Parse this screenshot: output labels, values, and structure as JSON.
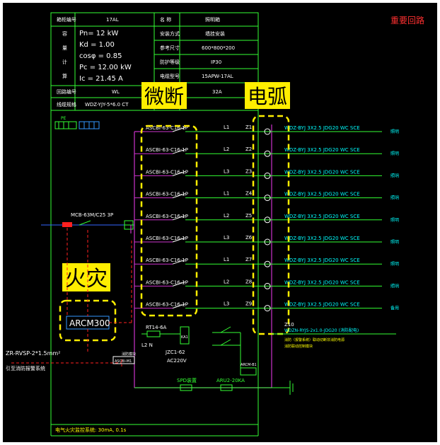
{
  "header_note": "重要回路",
  "info_table": {
    "rows_left": [
      {
        "label": "箱柜编号",
        "value": "17AL"
      },
      {
        "label": "回路编号",
        "value": "WL"
      },
      {
        "label": "线缆规格",
        "value": "WDZ-YJY-5*6.0 CT"
      }
    ],
    "params_side_label": [
      "容",
      "量",
      "计",
      "算"
    ],
    "params": [
      "Pn= 12 kW",
      "Kd = 1.00",
      "cosφ = 0.85",
      "Pc = 12.00 kW",
      "Ic = 21.45 A"
    ],
    "rows_right": [
      {
        "label": "名 称",
        "value": "照明箱"
      },
      {
        "label": "安装方式",
        "value": "墙挂安装"
      },
      {
        "label": "参考尺寸",
        "value": "600*800*200"
      },
      {
        "label": "防护等级",
        "value": "IP30"
      },
      {
        "label": "电缆型号",
        "value": "15APW-17AL"
      },
      {
        "label": "",
        "value": "32A"
      }
    ]
  },
  "labels": {
    "microbreaker": "微断",
    "arc": "电弧",
    "fire": "火灾",
    "arcm": "ARCM300",
    "main_breaker": "MCB-63M/C25 3P",
    "incoming_cable": "ZR-RVSP-2*1.5mm²",
    "incoming_note": "引至消防报警系统",
    "rt": "RT14-6A",
    "l2n": "L2 N",
    "contactor": "KA1",
    "jzc": "JZC1-62",
    "ac": "AC220V",
    "fire_module": "消防模块",
    "ascb_main": "ASCBI-M1",
    "arcm_small": "ARCM-B1",
    "spd": "SPD装置",
    "aru": "ARU2-20KA",
    "cfg_top": "PE",
    "footer": "电气火灾监控系统: 30mA, 0.1s",
    "z10": "Z10",
    "spare_cable": "WDZN-RYJS-2x1.0-JDG20 (消防配电)",
    "spare_note1": "消防（报警系统）联动切断非消防电源",
    "spare_note2": "消防联动控制模块"
  },
  "circuits": [
    {
      "breaker": "ASCBI-63-C16-1P",
      "phase": "L1",
      "z": "Z1",
      "cable": "WDZ-BYJ 3X2.5 JDG20 WC SCE",
      "load": "照明"
    },
    {
      "breaker": "ASCBI-63-C16-1P",
      "phase": "L2",
      "z": "Z2",
      "cable": "WDZ-BYJ 3X2.5 JDG20 WC SCE",
      "load": "照明"
    },
    {
      "breaker": "ASCBI-63-C16-1P",
      "phase": "L3",
      "z": "Z3",
      "cable": "WDZ-BYJ 3X2.5 JDG20 WC SCE",
      "load": "照明"
    },
    {
      "breaker": "ASCBI-63-C16-1P",
      "phase": "L1",
      "z": "Z4",
      "cable": "WDZ-BYJ 3X2.5 JDG20 WC SCE",
      "load": "照明"
    },
    {
      "breaker": "ASCBI-63-C16-1P",
      "phase": "L2",
      "z": "Z5",
      "cable": "WDZ-BYJ 3X2.5 JDG20 WC SCE",
      "load": "照明"
    },
    {
      "breaker": "ASCBI-63-C16-1P",
      "phase": "L3",
      "z": "Z6",
      "cable": "WDZ-BYJ 3X2.5 JDG20 WC SCE",
      "load": "照明"
    },
    {
      "breaker": "ASCBI-63-C16-1P",
      "phase": "L1",
      "z": "Z7",
      "cable": "WDZ-BYJ 3X2.5 JDG20 WC SCE",
      "load": "照明"
    },
    {
      "breaker": "ASCBI-63-C16-1P",
      "phase": "L2",
      "z": "Z8",
      "cable": "WDZ-BYJ 3X2.5 JDG20 WC SCE",
      "load": "照明"
    },
    {
      "breaker": "ASCBI-63-C16-1P",
      "phase": "L3",
      "z": "Z9",
      "cable": "WDZ-BYJ 3X2.5 JDG20 WC SCE",
      "load": "备用"
    }
  ],
  "colors": {
    "background": "#000000",
    "frame": "#33ff33",
    "highlight": "#ffee00",
    "bus": "#cc33cc",
    "wire": "#33ff33",
    "cable_text": "#00ffff",
    "danger": "#ff2020"
  }
}
